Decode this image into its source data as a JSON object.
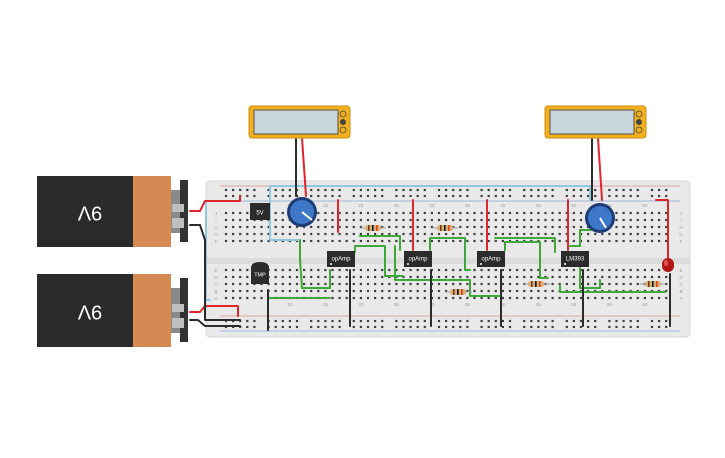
{
  "batteries": [
    {
      "label": "9V"
    },
    {
      "label": "9V"
    }
  ],
  "regulator": {
    "label": "5V"
  },
  "temp_sensor": {
    "label": "TMP"
  },
  "chips": [
    {
      "label": "opAmp"
    },
    {
      "label": "opAmp"
    },
    {
      "label": "opAmp"
    },
    {
      "label": "LM393"
    }
  ],
  "breadboard": {
    "row_letters_top": [
      "J",
      "I",
      "H",
      "G",
      "F"
    ],
    "row_letters_bottom": [
      "E",
      "D",
      "C",
      "B",
      "A"
    ],
    "column_numbers": [
      "10",
      "15",
      "20",
      "25",
      "30",
      "35",
      "40",
      "45",
      "50",
      "55",
      "60"
    ]
  },
  "wire_colors": {
    "power": "#e0262b",
    "ground": "#2b2b2b",
    "signal": "#3ea838",
    "link": "#8fc7dd"
  },
  "icons": [
    "multimeter-icon",
    "battery-icon",
    "potentiometer-icon",
    "led-icon",
    "resistor-icon"
  ]
}
